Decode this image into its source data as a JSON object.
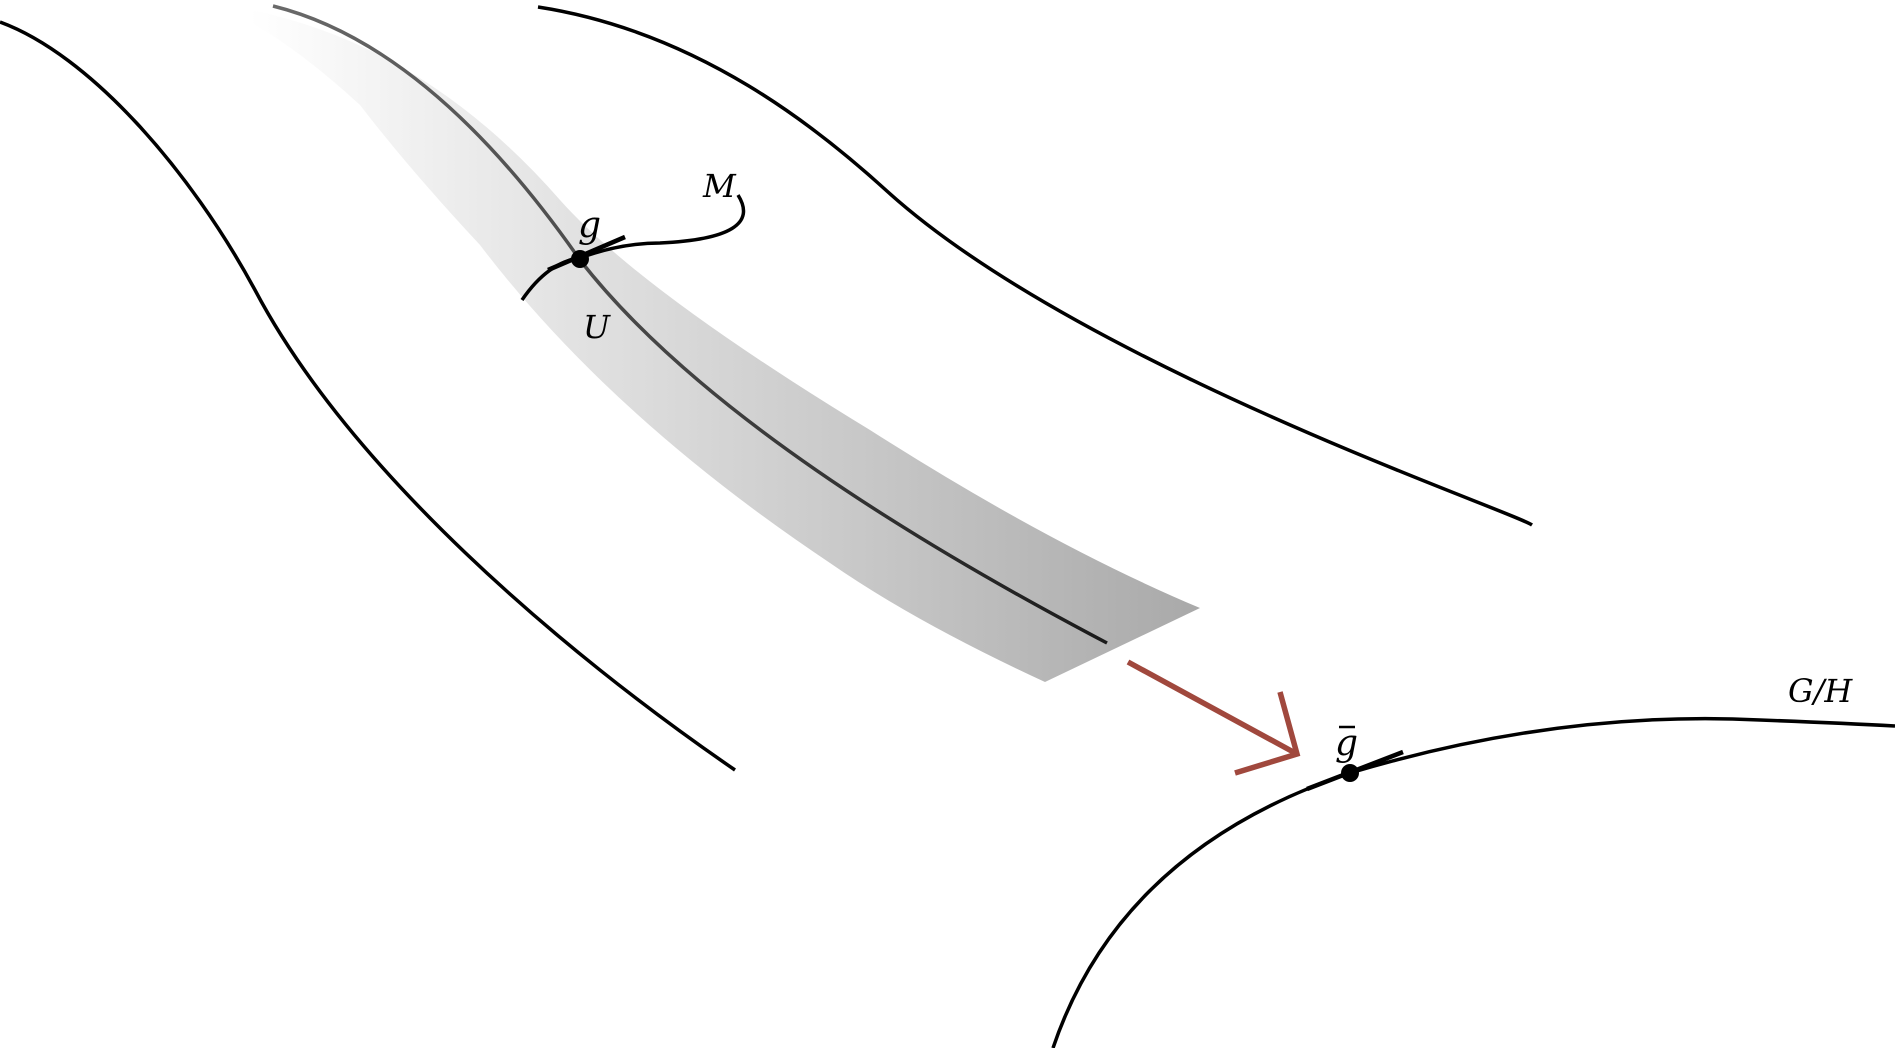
{
  "labels": {
    "point_g": "g",
    "manifold_m": "M",
    "neighborhood_u": "U",
    "point_g_bar": "g",
    "quotient_space": "G/H"
  },
  "colors": {
    "curve": "#000000",
    "map_arrow": "#a0483d",
    "strip_light": "#f2f2f2",
    "strip_dark": "#a8a8a8",
    "orbit_line": "#555555"
  }
}
